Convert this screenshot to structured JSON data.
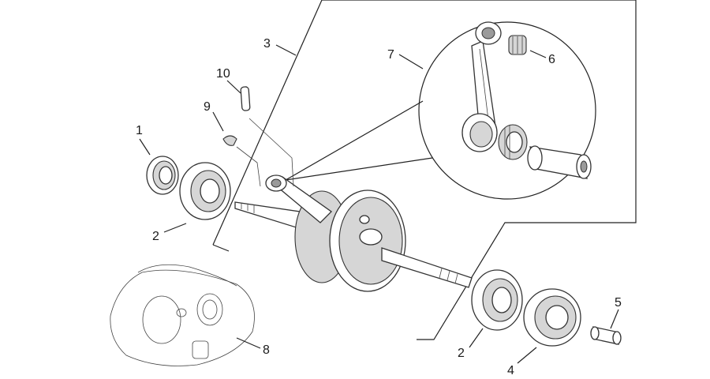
{
  "callouts": [
    {
      "id": "1",
      "label": "1"
    },
    {
      "id": "2a",
      "label": "2"
    },
    {
      "id": "2b",
      "label": "2"
    },
    {
      "id": "3",
      "label": "3"
    },
    {
      "id": "4",
      "label": "4"
    },
    {
      "id": "5",
      "label": "5"
    },
    {
      "id": "6",
      "label": "6"
    },
    {
      "id": "7",
      "label": "7"
    },
    {
      "id": "8",
      "label": "8"
    },
    {
      "id": "9",
      "label": "9"
    },
    {
      "id": "10",
      "label": "10"
    }
  ]
}
